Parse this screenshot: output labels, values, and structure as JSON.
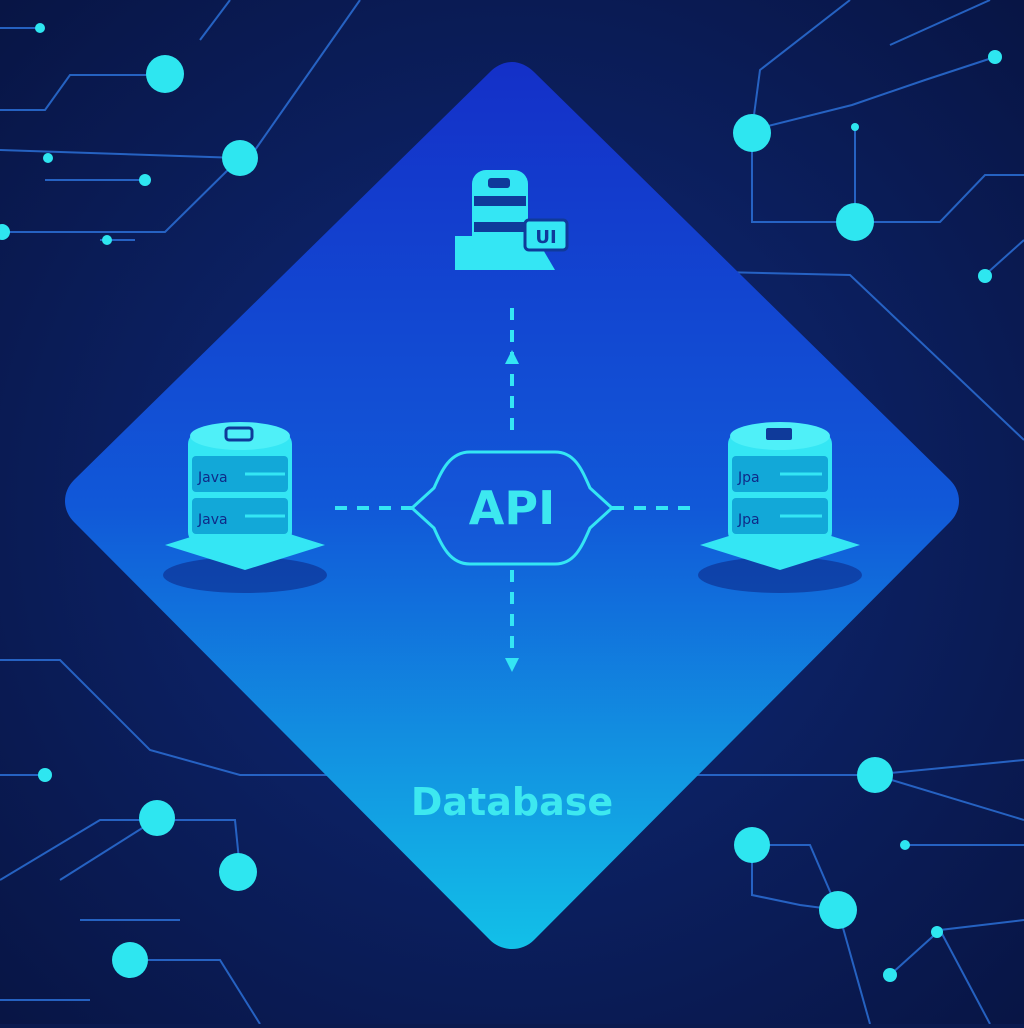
{
  "colors": {
    "background": "#0a1a4f",
    "circuit": "#2b6fd6",
    "node": "#2ee6f0",
    "diamond_top": "#1430c8",
    "diamond_bottom": "#12c0e8",
    "icon": "#34e6f4",
    "icon_dark": "#0f3a9a",
    "label": "#3de8f0"
  },
  "nodes": {
    "top": {
      "icon": "ui-server-icon",
      "badge": "UI"
    },
    "left": {
      "icon": "database-server-icon",
      "rows": [
        "Java",
        "Java"
      ]
    },
    "right": {
      "icon": "database-server-icon",
      "rows": [
        "Jpa",
        "Jpa"
      ]
    }
  },
  "hub": {
    "label": "API"
  },
  "footer": {
    "label": "Database"
  }
}
